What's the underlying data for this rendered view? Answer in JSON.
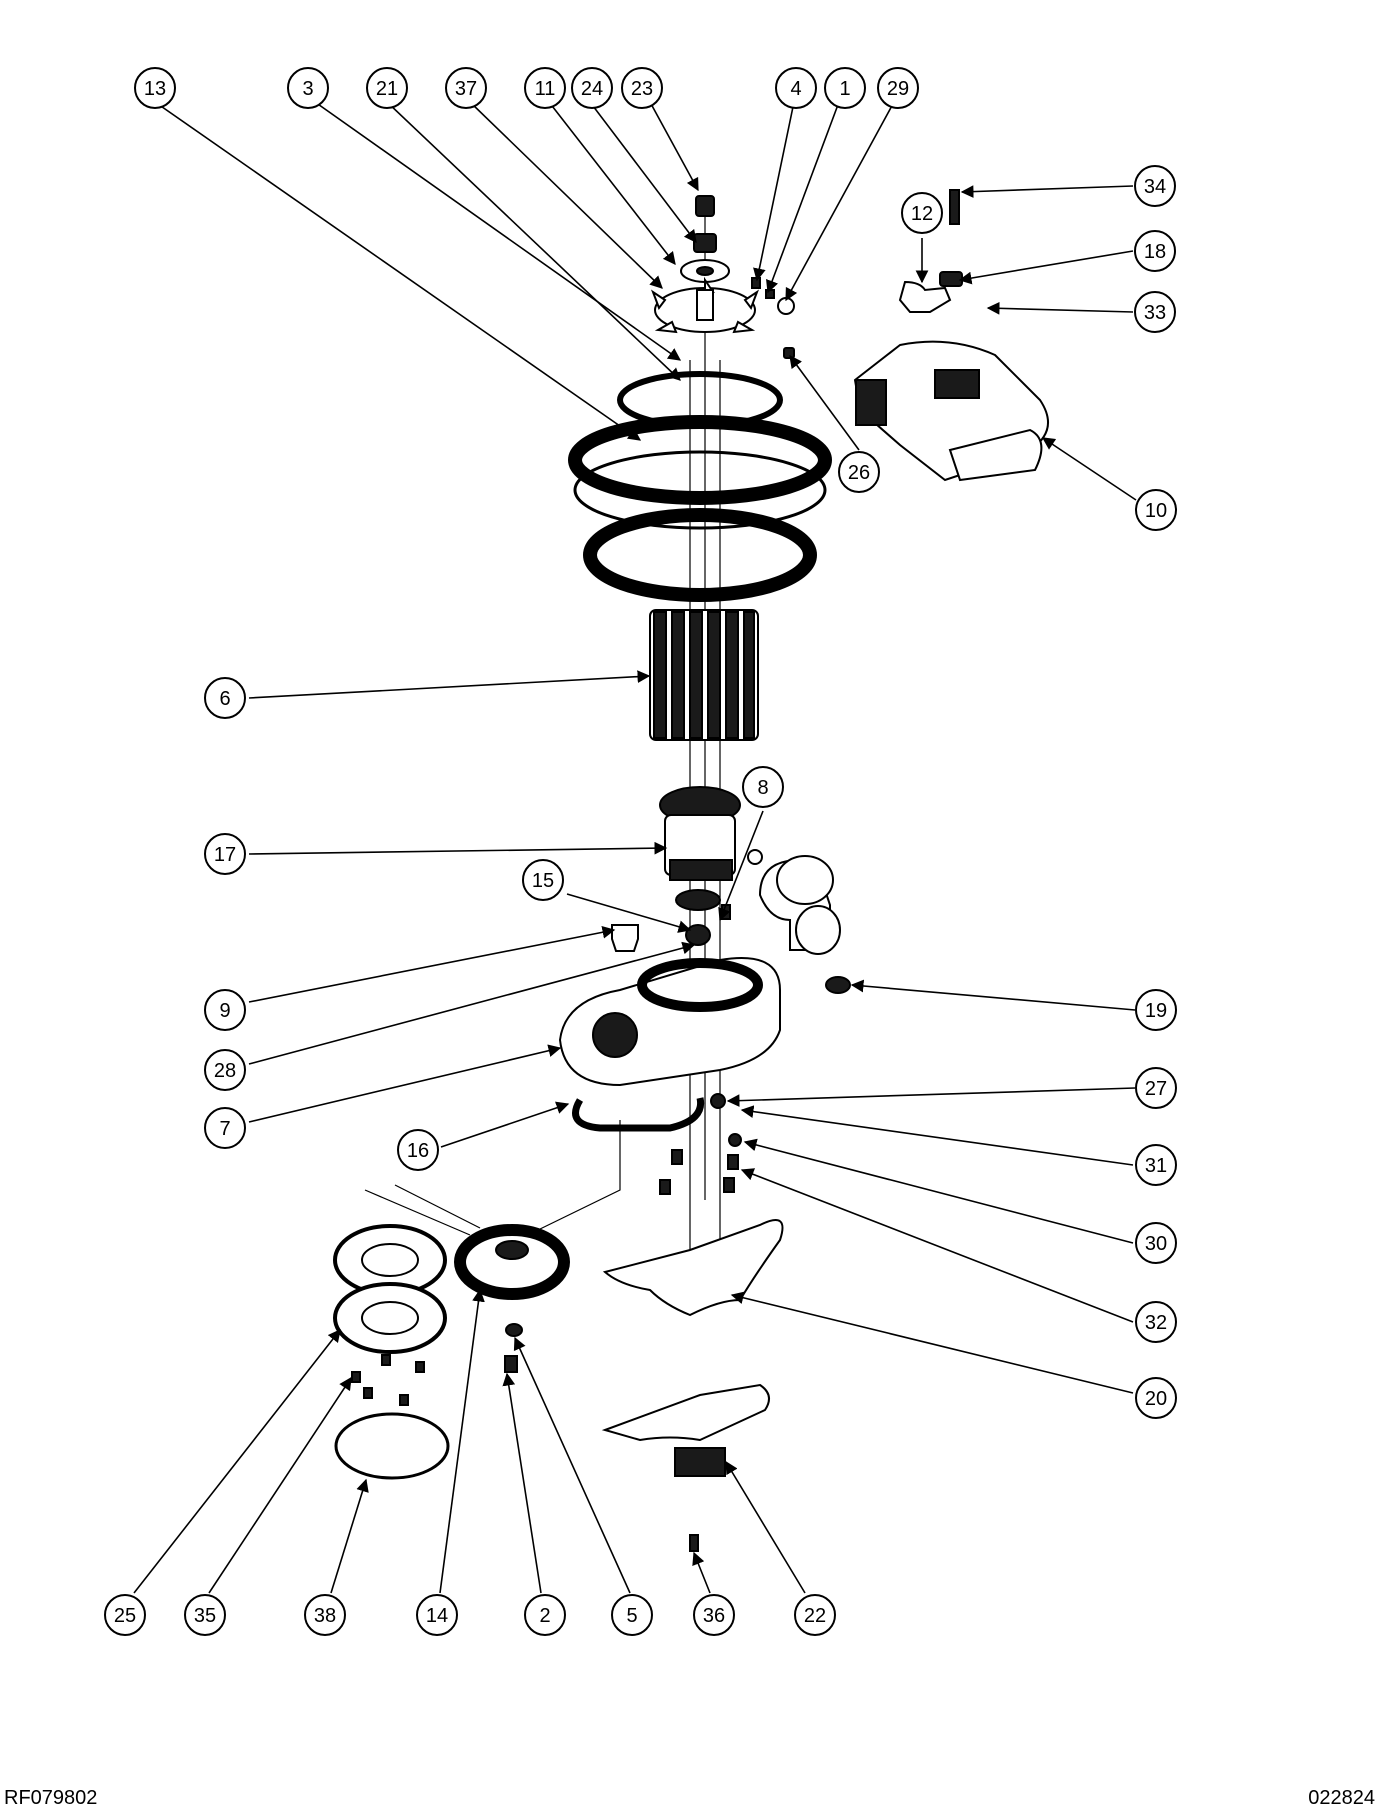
{
  "footer": {
    "left_code": "RF079802",
    "right_code": "022824"
  },
  "callouts": [
    "13",
    "3",
    "21",
    "37",
    "11",
    "24",
    "23",
    "4",
    "1",
    "29",
    "34",
    "12",
    "18",
    "33",
    "26",
    "10",
    "6",
    "8",
    "17",
    "15",
    "9",
    "19",
    "28",
    "7",
    "27",
    "16",
    "31",
    "30",
    "32",
    "20",
    "25",
    "35",
    "38",
    "14",
    "2",
    "5",
    "36",
    "22"
  ]
}
